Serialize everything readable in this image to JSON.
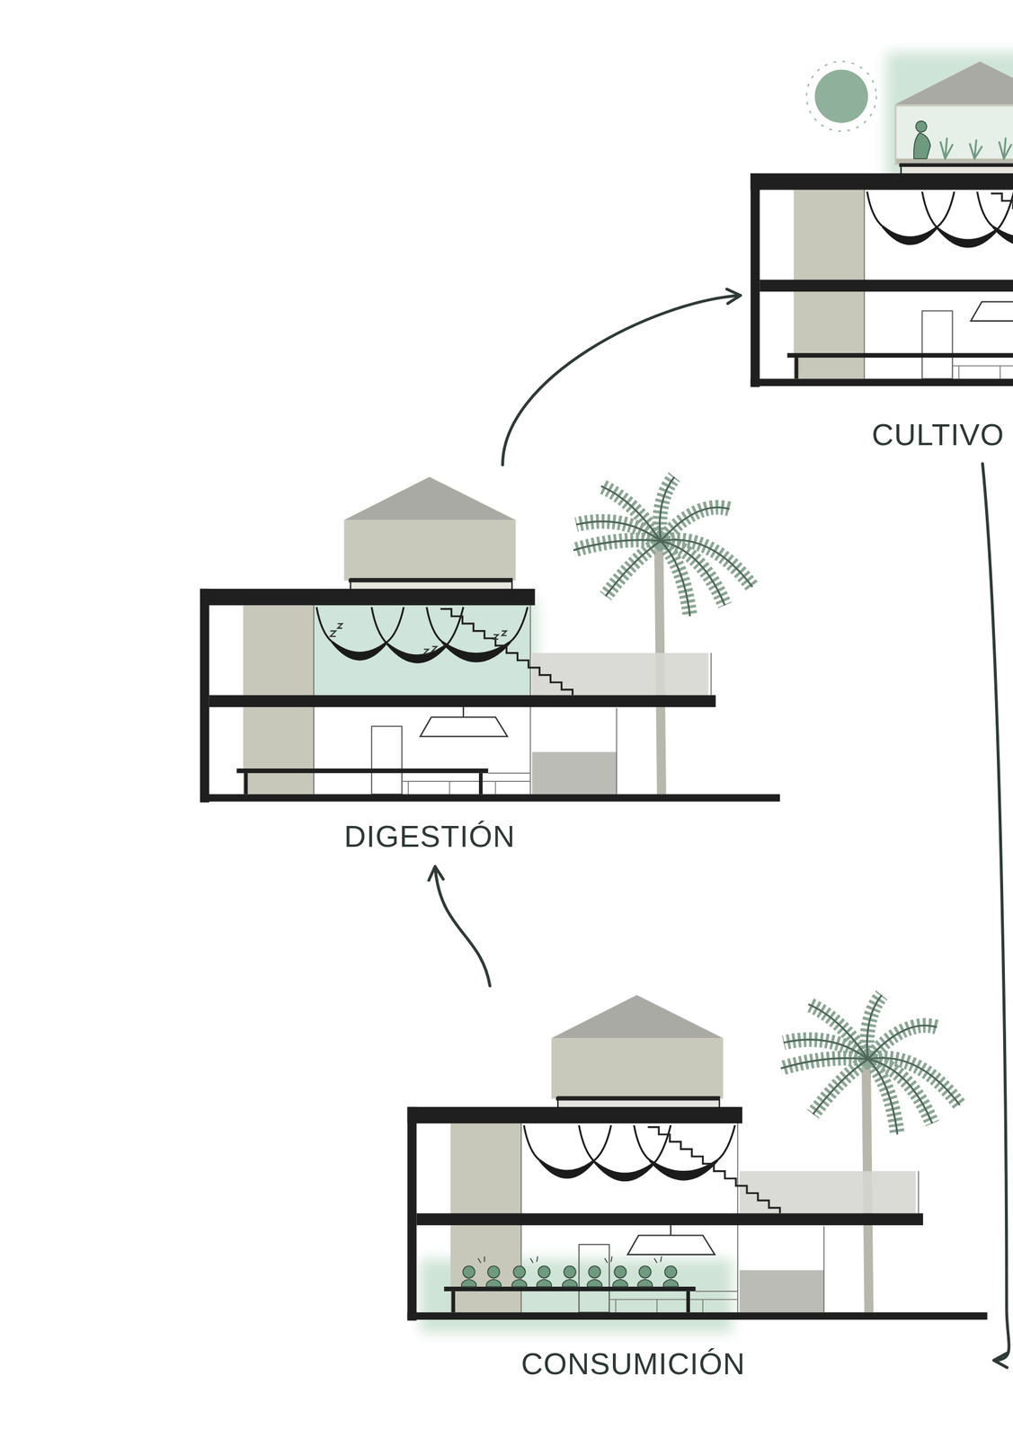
{
  "diagram": {
    "nodes": [
      {
        "text": [
          "CULTIVO"
        ]
      },
      {
        "text": [
          "DIGESTIÓN"
        ]
      },
      {
        "text": [
          "CONSUMICIÓN"
        ]
      }
    ],
    "edges": [
      {
        "from": 2,
        "to": 1,
        "arrow": "to"
      },
      {
        "from": 1,
        "to": 0,
        "arrow": "to"
      },
      {
        "from": 0,
        "to": 2,
        "arrow": "to"
      }
    ]
  }
}
